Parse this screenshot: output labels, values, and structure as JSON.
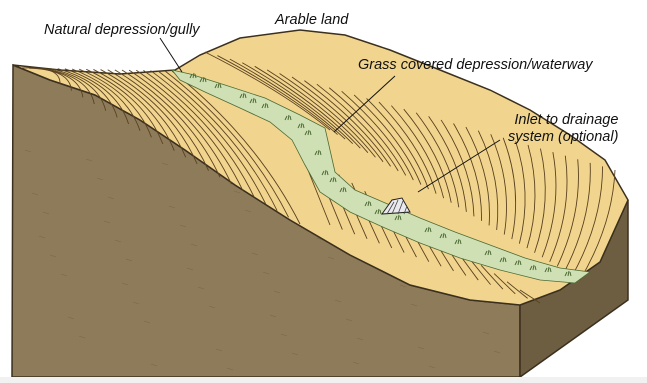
{
  "labels": {
    "gully": "Natural depression/gully",
    "arable": "Arable land",
    "grass": "Grass covered depression/waterway",
    "inlet_line1": "Inlet  to drainage",
    "inlet_line2": "system (optional)"
  },
  "colors": {
    "soil_side": "#8e7b5a",
    "soil_dark": "#6e5e41",
    "field_surface": "#f1d58e",
    "furrow_line": "#5a4220",
    "grass_fill": "#cfe0b5",
    "grass_mark": "#4d6b35",
    "inlet": "#e9e9ee"
  }
}
